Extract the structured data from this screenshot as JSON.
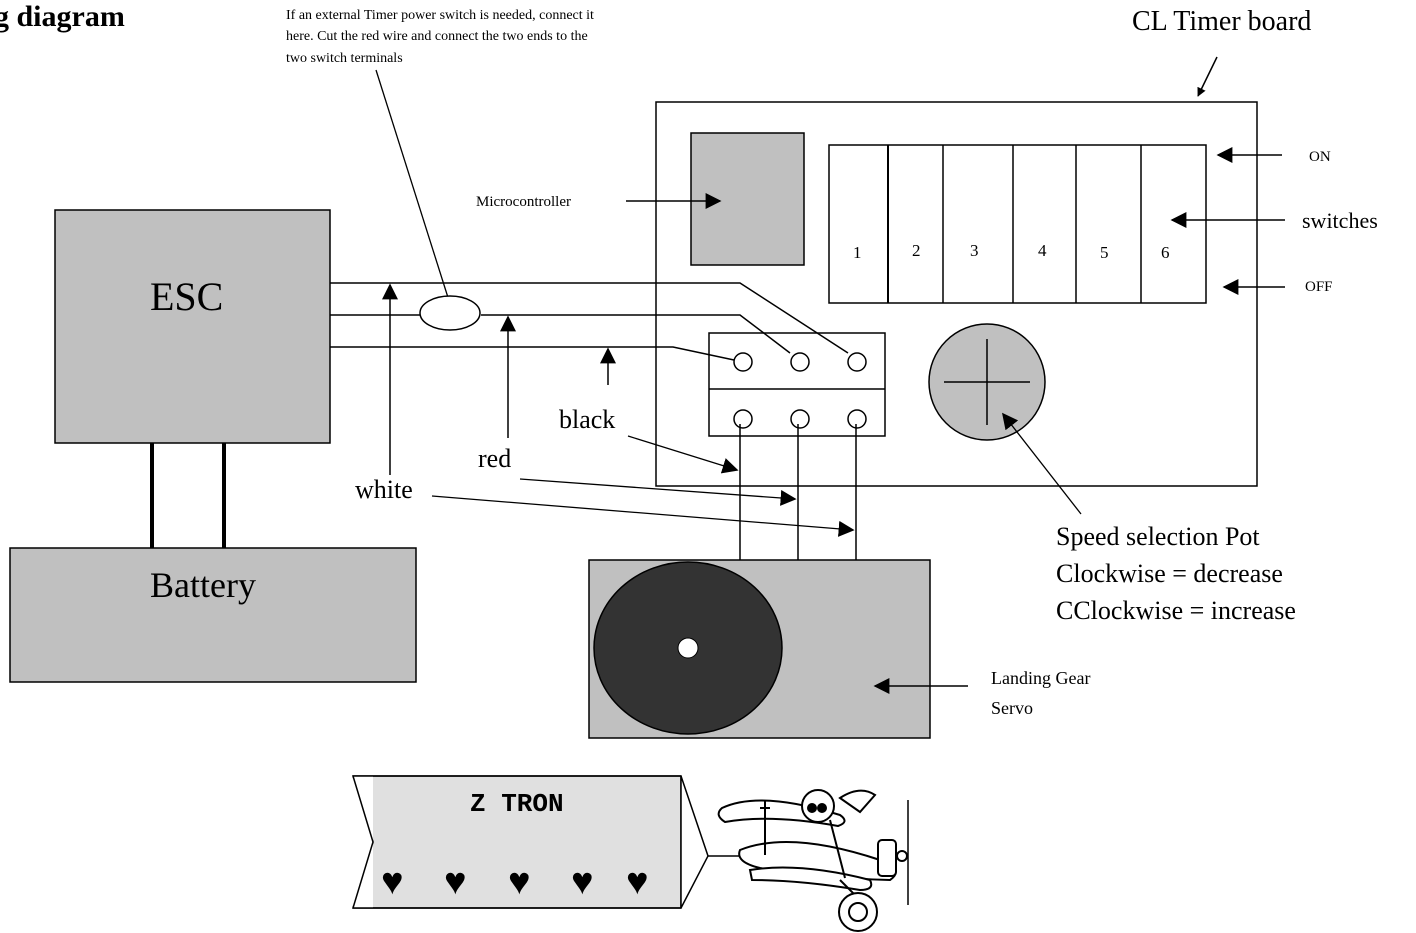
{
  "title": "g diagram",
  "board": {
    "label": "CL Timer board",
    "microcontroller_label": "Microcontroller",
    "switch_numbers": [
      "1",
      "2",
      "3",
      "4",
      "5",
      "6"
    ],
    "on_label": "ON",
    "off_label": "OFF",
    "switches_label": "switches"
  },
  "note": {
    "line1": "If an external Timer power switch is needed, connect it",
    "line2": "here.  Cut the red wire and connect the two ends to the",
    "line3": "two switch terminals"
  },
  "esc": {
    "label": "ESC"
  },
  "battery": {
    "label": "Battery"
  },
  "wires": {
    "white": "white",
    "red": "red",
    "black": "black"
  },
  "pot": {
    "line1": "Speed selection Pot",
    "line2": "Clockwise = decrease",
    "line3": "CClockwise = increase"
  },
  "servo": {
    "line1": "Landing Gear",
    "line2": "Servo"
  },
  "banner": {
    "text": "Z TRON",
    "hearts": [
      "♥",
      "♥",
      "♥",
      "♥",
      "♥"
    ]
  },
  "colors": {
    "box_gray": "#c0c0c0",
    "dark_gray": "#333333",
    "line": "#000000",
    "banner": "#e0e0e0"
  }
}
